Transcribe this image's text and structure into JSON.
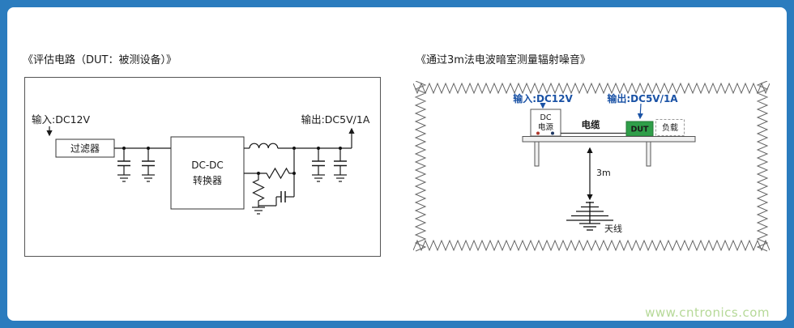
{
  "page": {
    "watermark": "www.cntronics.com"
  },
  "left_panel": {
    "title": "《评估电路（DUT：被测设备）》",
    "input_label": "输入:DC12V",
    "output_label": "输出:DC5V/1A",
    "filter_label": "过滤器",
    "converter_line1": "DC-DC",
    "converter_line2": "转换器"
  },
  "right_panel": {
    "title": "《通过3m法电波暗室测量辐射噪音》",
    "input_label": "输入:DC12V",
    "output_label": "输出:DC5V/1A",
    "dc_source_line1": "DC",
    "dc_source_line2": "电源",
    "cable_label": "电缆",
    "dut_label": "DUT",
    "load_label": "负载",
    "distance_label": "3m",
    "antenna_label": "天线"
  },
  "colors": {
    "frame_blue": "#2b7cbe",
    "label_blue": "#1a52a5",
    "dut_green": "#2f9e49",
    "watermark_green": "#b6d998"
  }
}
